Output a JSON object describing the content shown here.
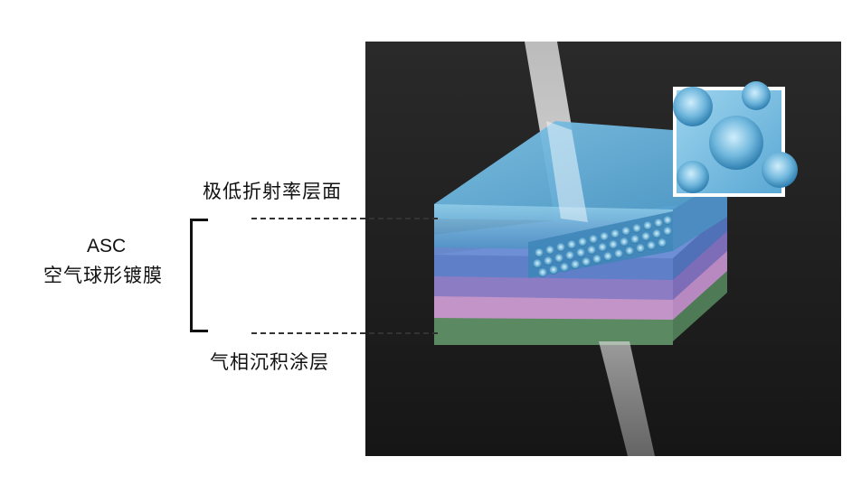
{
  "labels": {
    "top_layer": "极低折射率层面",
    "bottom_layer": "气相沉积涂层",
    "coating_name": "ASC",
    "coating_desc": "空气球形镀膜"
  }
}
